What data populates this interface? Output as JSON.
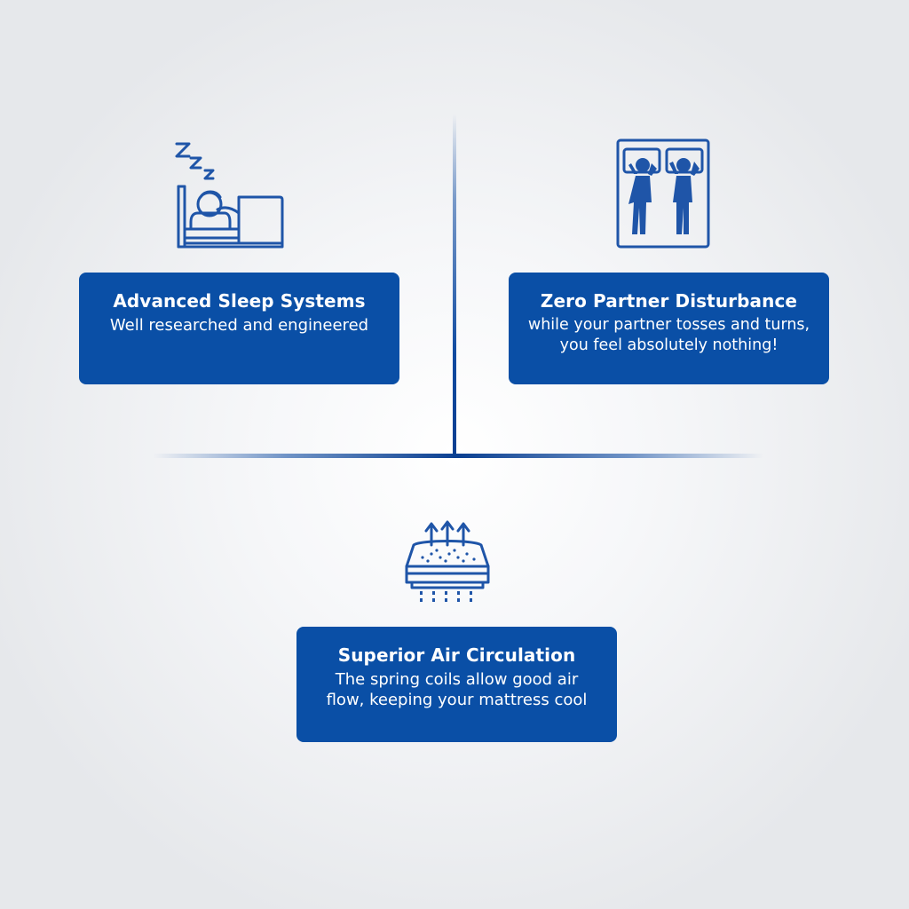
{
  "features": [
    {
      "icon": "sleeping-person-icon",
      "title": "Advanced Sleep Systems",
      "description": "Well researched and engineered"
    },
    {
      "icon": "two-people-in-bed-icon",
      "title": "Zero Partner Disturbance",
      "description": "while your partner tosses and turns, you feel absolutely nothing!"
    },
    {
      "icon": "mattress-airflow-icon",
      "title": "Superior Air Circulation",
      "description": "The spring coils allow good air flow, keeping your mattress cool"
    }
  ],
  "colors": {
    "brand_blue": "#0a4fa6",
    "icon_blue": "#1f55a8"
  }
}
